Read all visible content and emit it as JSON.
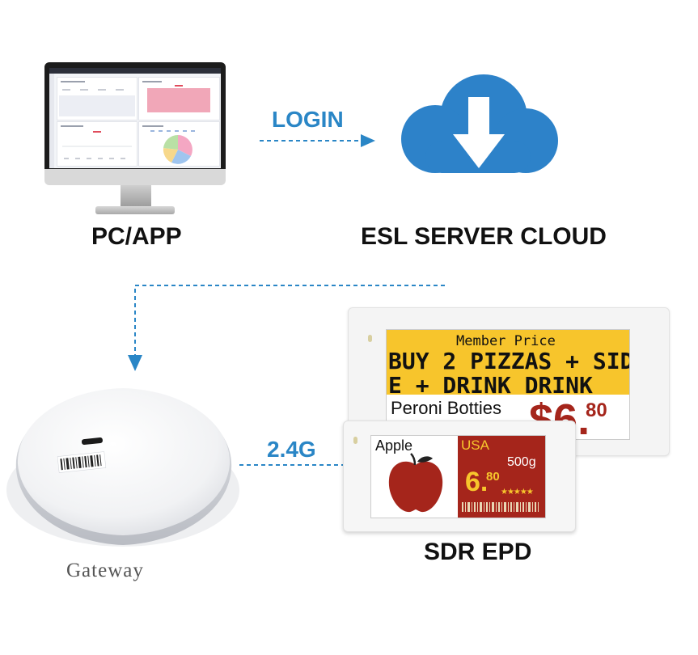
{
  "nodes": {
    "pc_app": "PC/APP",
    "cloud": "ESL SERVER CLOUD",
    "gateway": "Gateway",
    "epd": "SDR EPD"
  },
  "links": {
    "login": "LOGIN",
    "radio": "2.4G"
  },
  "esl_large": {
    "header": "Member Price",
    "line1": "BUY 2 PIZZAS + SID",
    "line2": "E + DRINK DRINK",
    "product": "Peroni Botties",
    "price_main": "$6.",
    "price_cents": "80"
  },
  "esl_small": {
    "product": "Apple",
    "origin": "USA",
    "weight": "500g",
    "price_main": "6.",
    "price_cents": "80",
    "stars": "★★★★★"
  },
  "colors": {
    "accent_blue": "#2a86c6",
    "cloud_blue": "#2d82c9",
    "tag_red": "#a5251b",
    "tag_yellow": "#f7c52c"
  }
}
